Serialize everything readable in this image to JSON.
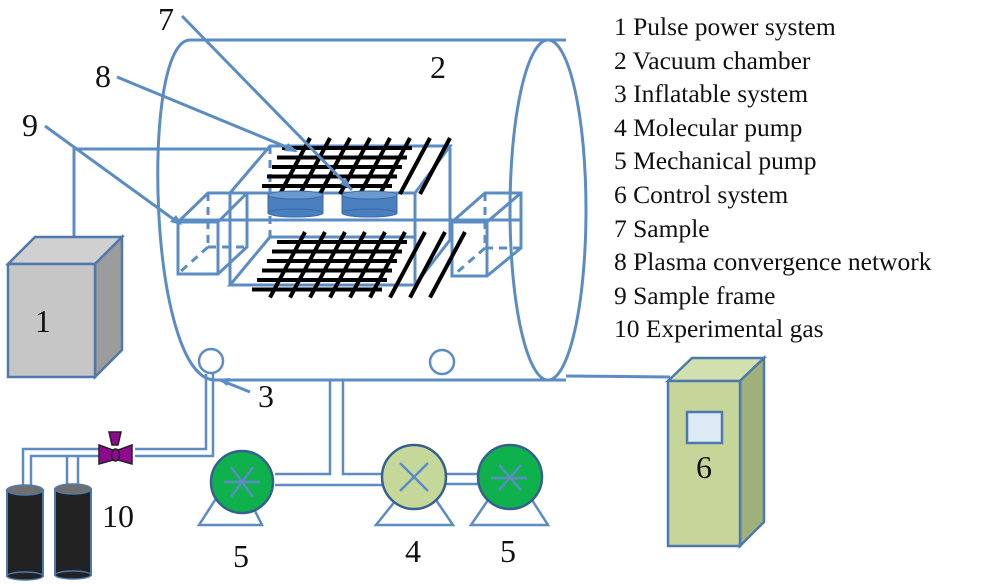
{
  "diagram": {
    "title": "Plasma treatment experimental setup",
    "labels": {
      "n1": "1",
      "n2": "2",
      "n3": "3",
      "n4": "4",
      "n5a": "5",
      "n5b": "5",
      "n6": "6",
      "n7": "7",
      "n8": "8",
      "n9": "9",
      "n10": "10"
    },
    "legend": [
      {
        "num": "1",
        "text": "1 Pulse power system"
      },
      {
        "num": "2",
        "text": "2 Vacuum chamber"
      },
      {
        "num": "3",
        "text": "3 Inflatable system"
      },
      {
        "num": "4",
        "text": "4 Molecular pump"
      },
      {
        "num": "5",
        "text": "5 Mechanical pump"
      },
      {
        "num": "6",
        "text": "6 Control system"
      },
      {
        "num": "7",
        "text": "7 Sample"
      },
      {
        "num": "8",
        "text": "8 Plasma convergence network"
      },
      {
        "num": "9",
        "text": "9 Sample frame"
      },
      {
        "num": "10",
        "text": "10 Experimental gas"
      }
    ],
    "colors": {
      "line": "#5b8cc4",
      "power_box": "#c6c6c6",
      "control_box": "#c6d69a",
      "molecular_pump": "#c5d89a",
      "mechanical_pump": "#0eb14c",
      "gas_cylinder": "#222222",
      "valve": "#8e0a8e",
      "sample": "#4a7fc0"
    }
  }
}
